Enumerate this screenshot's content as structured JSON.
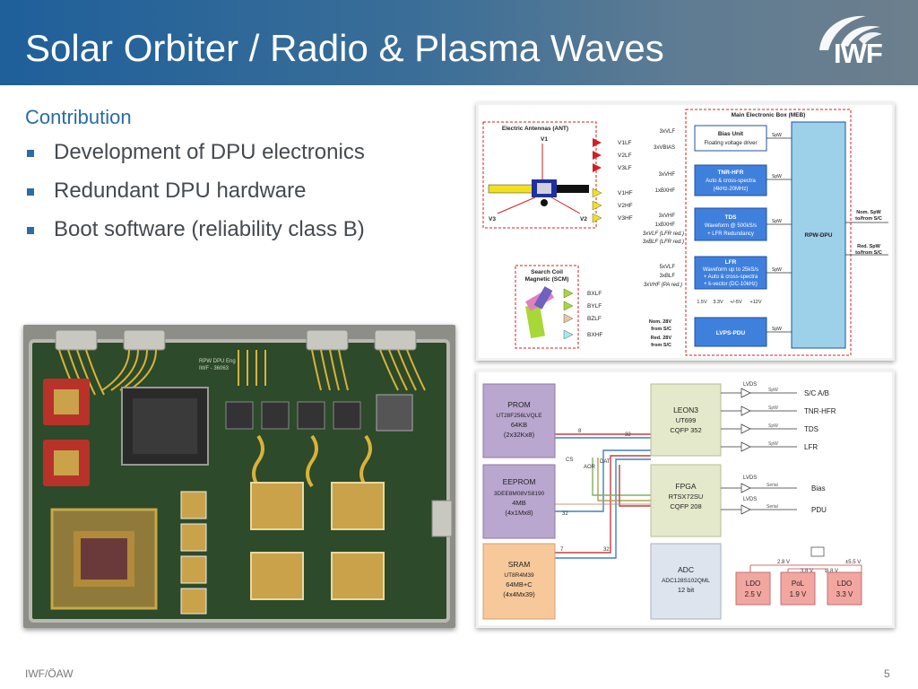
{
  "slide": {
    "title": "Solar Orbiter / Radio & Plasma Waves",
    "logo_text": "IWF",
    "contribution_heading": "Contribution",
    "bullets": [
      "Development of DPU electronics",
      "Redundant DPU hardware",
      "Boot software (reliability class B)"
    ],
    "footer": "IWF/ÖAW",
    "page_number": "5"
  },
  "colors": {
    "header_start": "#1f5f9a",
    "header_end": "#6c7f8d",
    "accent": "#2b6ba8",
    "block_blue": "#3f80dd",
    "dpu_blue": "#9dd1ea",
    "board_green": "#2d4a2a"
  },
  "photo": {
    "board_labels": [
      "RPW DPU Eng",
      "IWF - 36063"
    ]
  },
  "diagram1": {
    "meb_title": "Main Electronic Box (MEB)",
    "ant_title": "Electric Antennas (ANT)",
    "ant_labels": [
      "V1",
      "V2",
      "V3"
    ],
    "lf_signals": [
      "V1LF",
      "V2LF",
      "V3LF"
    ],
    "hf_signals": [
      "V1HF",
      "V2HF",
      "V3HF"
    ],
    "scm_title_1": "Search Coil",
    "scm_title_2": "Magnetic (SCM)",
    "scm_signals": [
      "BXLF",
      "BYLF",
      "BZLF",
      "BXHF"
    ],
    "bias_unit": {
      "title": "Bias Unit",
      "sub": "Floating voltage driver"
    },
    "tnr_hfr": {
      "title": "TNR-HFR",
      "line1": "Auto & cross-spectra",
      "line2": "(4kHz-20MHz)"
    },
    "tds": {
      "title": "TDS",
      "line1": "Waveform @ 500kS/s",
      "line2": "+ LFR Redundancy"
    },
    "lfr": {
      "title": "LFR",
      "line1": "Waveform up to 25kS/s",
      "line2": "+ Auto & cross-spectra",
      "line3": "+ k-vector (DC-10kHz)"
    },
    "lvps": {
      "title": "LVPS-PDU"
    },
    "rpw_dpu": "RPW-DPU",
    "spw": "SpW",
    "in_labels": [
      "3xVLF",
      "3xVBIAS",
      "3xVHF",
      "1xBXHF",
      "3xVHF",
      "1xBXHF",
      "3xVLF (LFR red.)",
      "3xBLF (LFR red.)",
      "5xVLF",
      "3xBLF",
      "3xVHF (PA red.)"
    ],
    "voltages": [
      "1.5V",
      "3.3V",
      "+/-5V",
      "+12V"
    ],
    "power_in": [
      "Nom. 28V",
      "from S/C",
      "Red. 28V",
      "from S/C"
    ],
    "right_out": [
      "Nom. SpW",
      "to/from S/C",
      "Red. SpW",
      "to/from S/C"
    ]
  },
  "diagram2": {
    "prom": {
      "title": "PROM",
      "part": "UT28F256LVQLE",
      "size": "64KB",
      "org": "(2x32Kx8)"
    },
    "eeprom": {
      "title": "EEPROM",
      "part": "3DEE8M08VS8190",
      "size": "4MB",
      "org": "(4x1Mx8)"
    },
    "sram": {
      "title": "SRAM",
      "part": "UT8R4M39",
      "size": "64MB+C",
      "org": "(4x4Mx39)"
    },
    "leon": {
      "title": "LEON3",
      "part": "UT699",
      "pkg": "CQFP 352"
    },
    "fpga": {
      "title": "FPGA",
      "part": "RTSX72SU",
      "pkg": "CQFP 208"
    },
    "adc": {
      "title": "ADC",
      "part": "ADC128S102QML",
      "bits": "12 bit"
    },
    "bus_labels": [
      "8",
      "32",
      "CS",
      "AOR",
      "DAT",
      "32",
      "7",
      "32"
    ],
    "lvds": "LVDS",
    "spw": "SpW",
    "serial": "Serial",
    "interfaces_spw": [
      "S/C A/B",
      "TNR-HFR",
      "TDS",
      "LFR"
    ],
    "interfaces_serial": [
      "Bias",
      "PDU"
    ],
    "ldo1": {
      "line1": "LDO",
      "line2": "2.5 V"
    },
    "pol": {
      "line1": "PoL",
      "line2": "1.9 V"
    },
    "ldo2": {
      "line1": "LDO",
      "line2": "3.3 V"
    },
    "rail_labels": [
      "2.8 V",
      "3.8 V",
      "3.8 V",
      "±5.5 V"
    ]
  }
}
